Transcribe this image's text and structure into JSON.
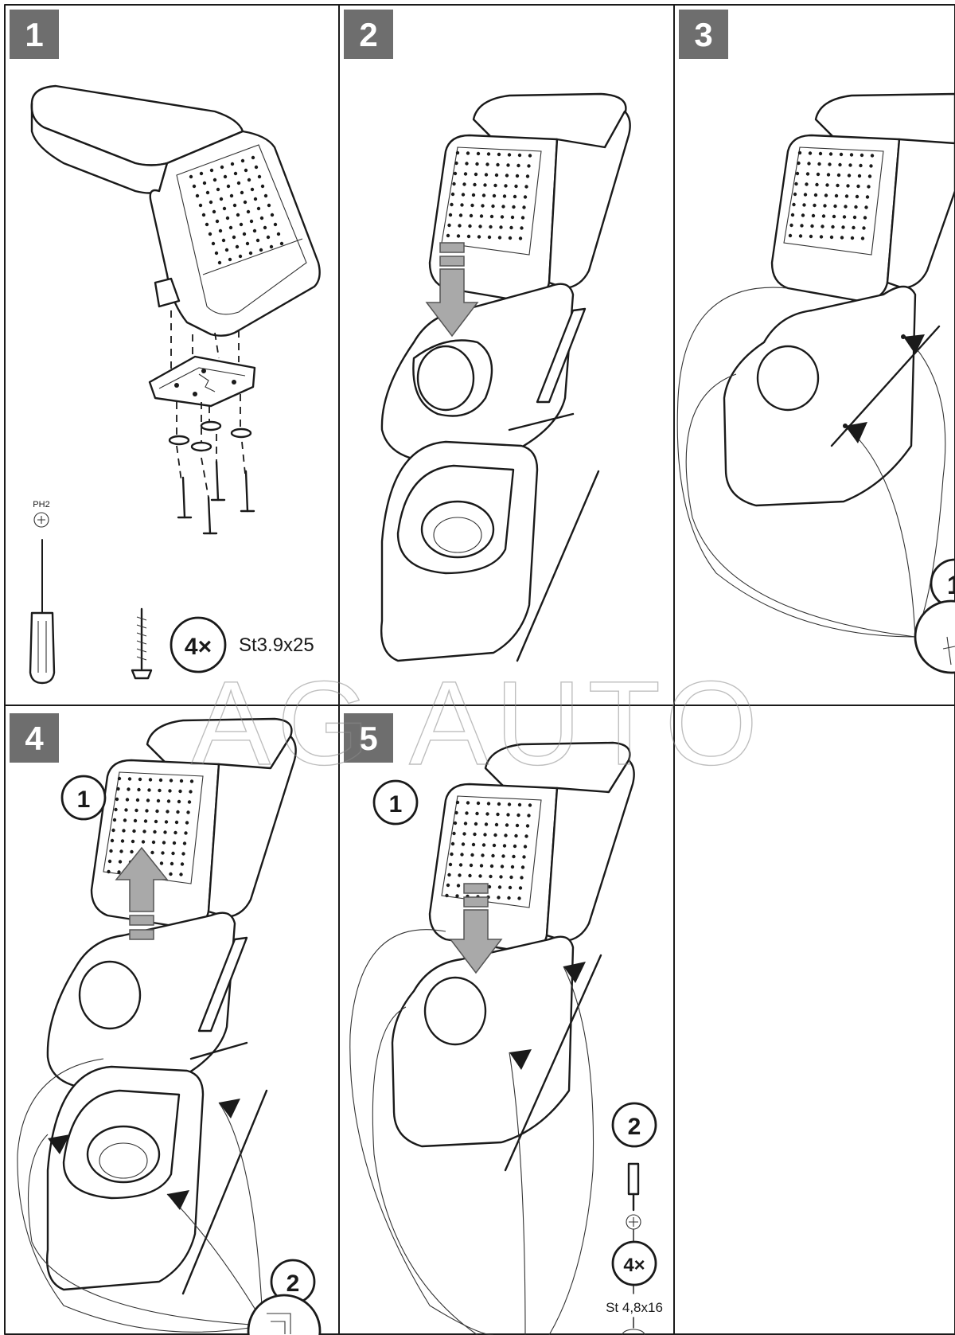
{
  "panels": [
    {
      "step": "1"
    },
    {
      "step": "2"
    },
    {
      "step": "3"
    },
    {
      "step": "4"
    },
    {
      "step": "5"
    }
  ],
  "panel1": {
    "driver_label": "PH2",
    "screw_count": "4×",
    "screw_spec": "St3.9x25"
  },
  "panel4": {
    "callout_1": "1",
    "callout_2": "2"
  },
  "panel5": {
    "callout_1": "1",
    "callout_2": "2",
    "screw_count": "4×",
    "screw_spec": "St 4,8x16"
  },
  "panel3": {
    "callout_partial": "1"
  },
  "watermark": "AG AUTO",
  "colors": {
    "line": "#1a1a1a",
    "step_badge": "#6e6e6e",
    "arrow_fill": "#a9a9a9",
    "watermark": "#8a8a8a"
  }
}
